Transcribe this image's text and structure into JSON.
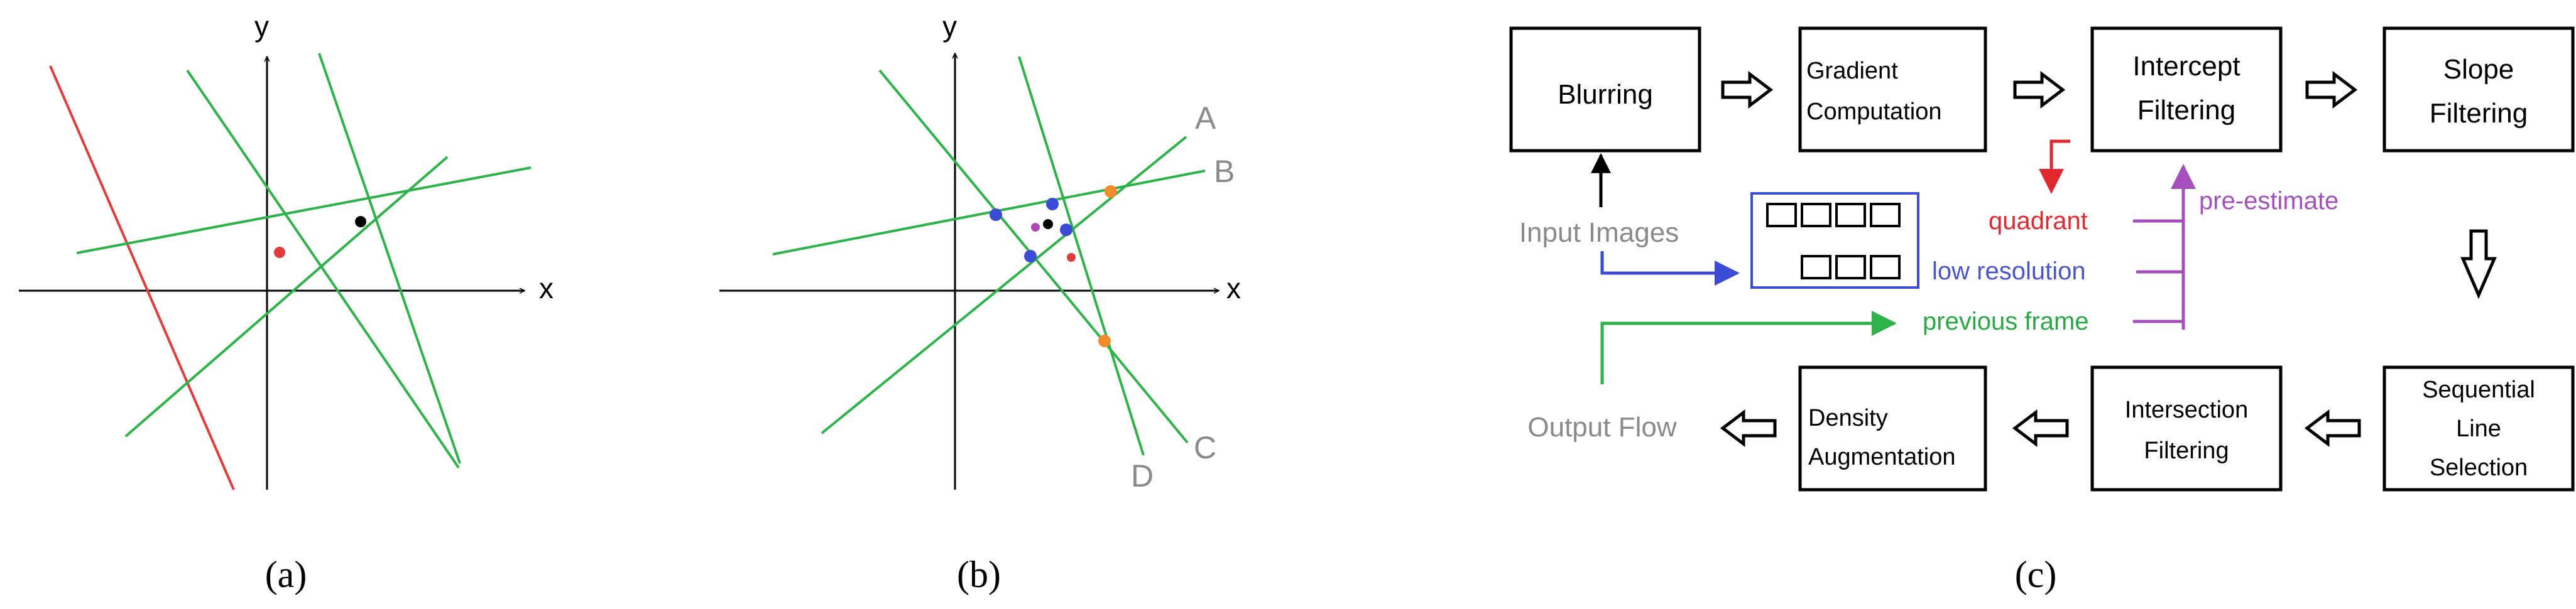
{
  "panels": {
    "a": {
      "label": "(a)",
      "x_axis": "x",
      "y_axis": "y"
    },
    "b": {
      "label": "(b)",
      "x_axis": "x",
      "y_axis": "y",
      "line_labels": [
        "A",
        "B",
        "C",
        "D"
      ]
    },
    "c": {
      "label": "(c)"
    }
  },
  "flowchart": {
    "blocks": {
      "blurring": [
        "Blurring"
      ],
      "gradient": [
        "Gradient",
        "Computation"
      ],
      "intercept": [
        "Intercept",
        "Filtering"
      ],
      "slope": [
        "Slope",
        "Filtering"
      ],
      "sequential": [
        "Sequential",
        "Line",
        "Selection"
      ],
      "intersection": [
        "Intersection",
        "Filtering"
      ],
      "density": [
        "Density",
        "Augmentation"
      ]
    },
    "inputs": {
      "input_images": "Input Images",
      "output_flow": "Output Flow"
    },
    "labels": {
      "quadrant": "quadrant",
      "pre_estimate": "pre-estimate",
      "low_resolution": "low resolution",
      "previous_frame": "previous frame"
    }
  },
  "colors": {
    "line_green": "#2db34a",
    "line_red": "#e23b3b",
    "point_blue": "#3a4bd6",
    "point_orange": "#f28b2a",
    "point_purple": "#b04ab8",
    "arrow_blue": "#3a4bd6",
    "arrow_green": "#2db34a",
    "arrow_red": "#e0282e",
    "arrow_purple": "#a54fbd",
    "text_gray": "#8a8a8a",
    "text_red": "#e0282e",
    "text_purple": "#a54fbd",
    "text_blue": "#4a55c8",
    "text_green": "#2aa844"
  }
}
